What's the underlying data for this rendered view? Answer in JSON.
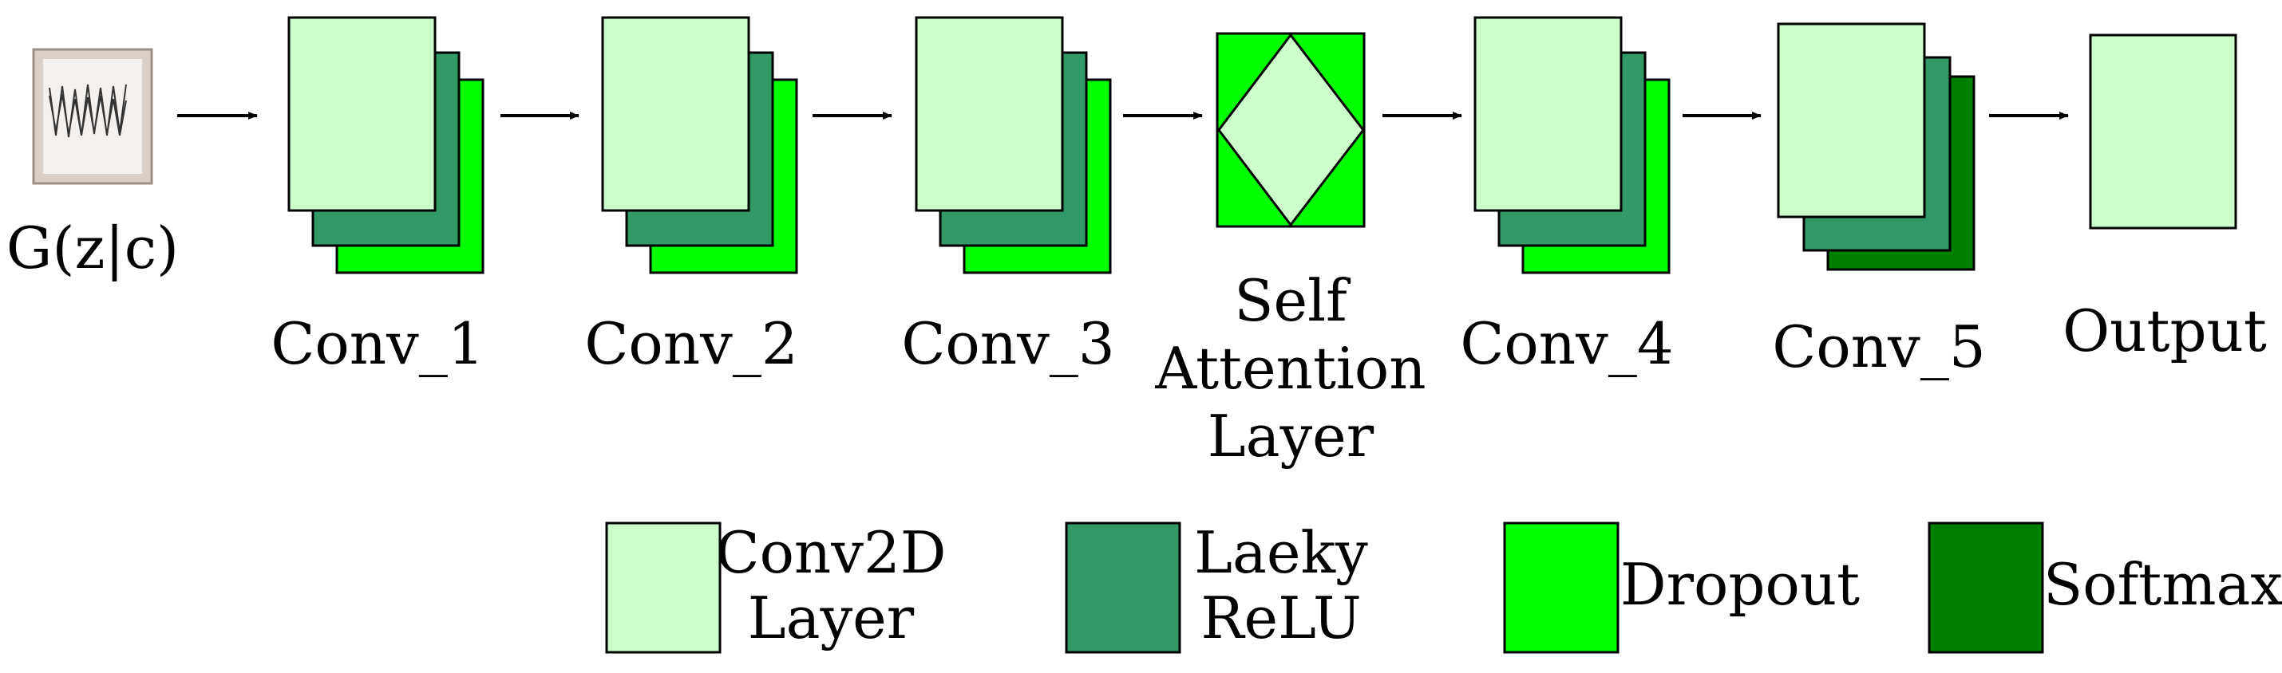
{
  "input": {
    "label": "G(z|c)"
  },
  "blocks": [
    {
      "id": "conv1",
      "label": "Conv_1",
      "layers": [
        "conv2d",
        "leaky_relu",
        "dropout"
      ]
    },
    {
      "id": "conv2",
      "label": "Conv_2",
      "layers": [
        "conv2d",
        "leaky_relu",
        "dropout"
      ]
    },
    {
      "id": "conv3",
      "label": "Conv_3",
      "layers": [
        "conv2d",
        "leaky_relu",
        "dropout"
      ]
    },
    {
      "id": "attention",
      "label_lines": [
        "Self",
        "Attention",
        "Layer"
      ]
    },
    {
      "id": "conv4",
      "label": "Conv_4",
      "layers": [
        "conv2d",
        "leaky_relu",
        "dropout"
      ]
    },
    {
      "id": "conv5",
      "label": "Conv_5",
      "layers": [
        "conv2d",
        "leaky_relu",
        "softmax"
      ]
    },
    {
      "id": "output",
      "label": "Output",
      "layers": [
        "conv2d"
      ]
    }
  ],
  "legend": [
    {
      "key": "conv2d",
      "lines": [
        "Conv2D",
        "Layer"
      ],
      "color": "#ccffcc"
    },
    {
      "key": "leaky_relu",
      "lines": [
        "Laeky",
        "ReLU"
      ],
      "color": "#339966"
    },
    {
      "key": "dropout",
      "lines": [
        "Dropout"
      ],
      "color": "#00ff00"
    },
    {
      "key": "softmax",
      "lines": [
        "Softmax"
      ],
      "color": "#008000"
    }
  ],
  "colors": {
    "conv2d": "#ccffcc",
    "leaky_relu": "#339966",
    "dropout": "#00ff00",
    "softmax": "#008000",
    "attention_fill": "#00ff00",
    "attention_diamond": "#ccffcc"
  }
}
